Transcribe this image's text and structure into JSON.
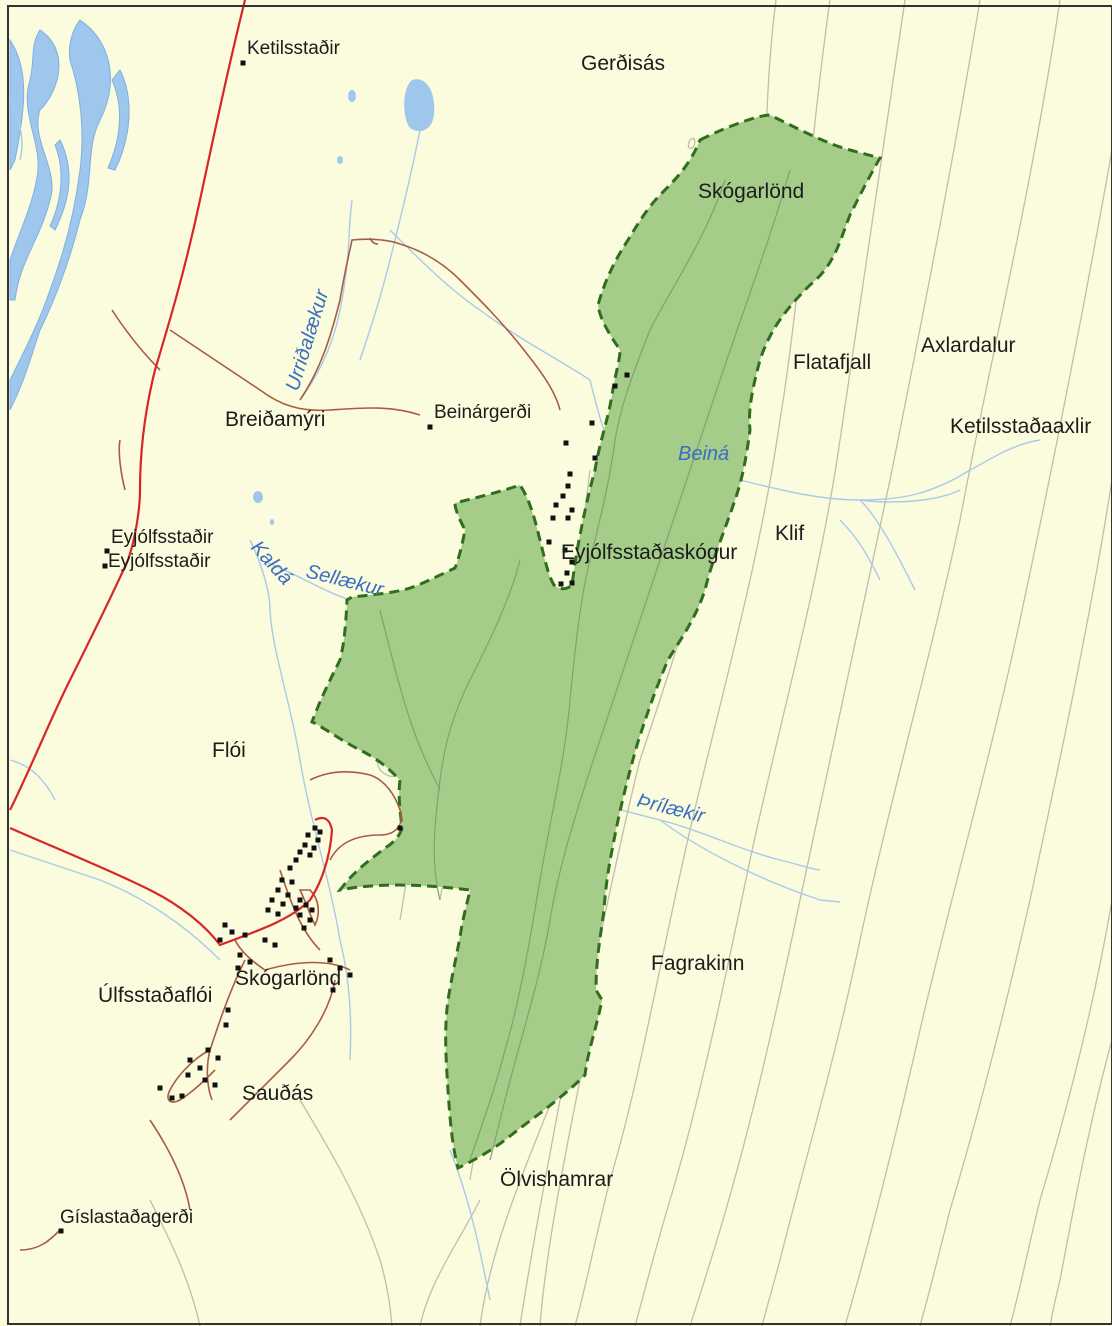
{
  "map": {
    "colors": {
      "land": "#fbfbde",
      "forest": "#a6cc8a",
      "forest_border": "#2e6e1c",
      "water": "#9fc7ee",
      "water_label": "#3a6fc0",
      "main_road": "#d82626",
      "minor_road": "#a85c46",
      "contour": "#bfbfaa",
      "building": "#111111",
      "frame": "#333333"
    },
    "place_labels": [
      {
        "id": "ketilsstadir",
        "text": "Ketilsstaðir"
      },
      {
        "id": "gerdisas",
        "text": "Gerðisás"
      },
      {
        "id": "skogarlond-north",
        "text": "Skógarlönd"
      },
      {
        "id": "axlardalur",
        "text": "Axlardalur"
      },
      {
        "id": "flatafjall",
        "text": "Flatafjall"
      },
      {
        "id": "ketilsstadaaxlir",
        "text": "Ketilsstaðaaxlir"
      },
      {
        "id": "breidamyri",
        "text": "Breiðamýri"
      },
      {
        "id": "beinargerdi",
        "text": "Beinárgerði"
      },
      {
        "id": "eyjolfsstadir-1",
        "text": "Eyjólfsstaðir"
      },
      {
        "id": "eyjolfsstadir-2",
        "text": "Eyjólfsstaðir"
      },
      {
        "id": "eyjolfsstadaskogur",
        "text": "Eyjólfsstaðaskógur"
      },
      {
        "id": "klif",
        "text": "Klif"
      },
      {
        "id": "floi",
        "text": "Flói"
      },
      {
        "id": "fagrakinn",
        "text": "Fagrakinn"
      },
      {
        "id": "skogarlond-south",
        "text": "Skógarlönd"
      },
      {
        "id": "ulfsstadafloi",
        "text": "Úlfsstaðaflói"
      },
      {
        "id": "saudas",
        "text": "Sauðás"
      },
      {
        "id": "olvishamrar",
        "text": "Ölvishamrar"
      },
      {
        "id": "gislastadagerdi",
        "text": "Gíslastaðagerði"
      }
    ],
    "water_labels": [
      {
        "id": "urridalaekur",
        "text": "Urriðalækur"
      },
      {
        "id": "beina",
        "text": "Beiná"
      },
      {
        "id": "kalda",
        "text": "Kaldá"
      },
      {
        "id": "sellaekur",
        "text": "Sellækur"
      },
      {
        "id": "thrilaekir",
        "text": "Þrílækir"
      }
    ]
  }
}
